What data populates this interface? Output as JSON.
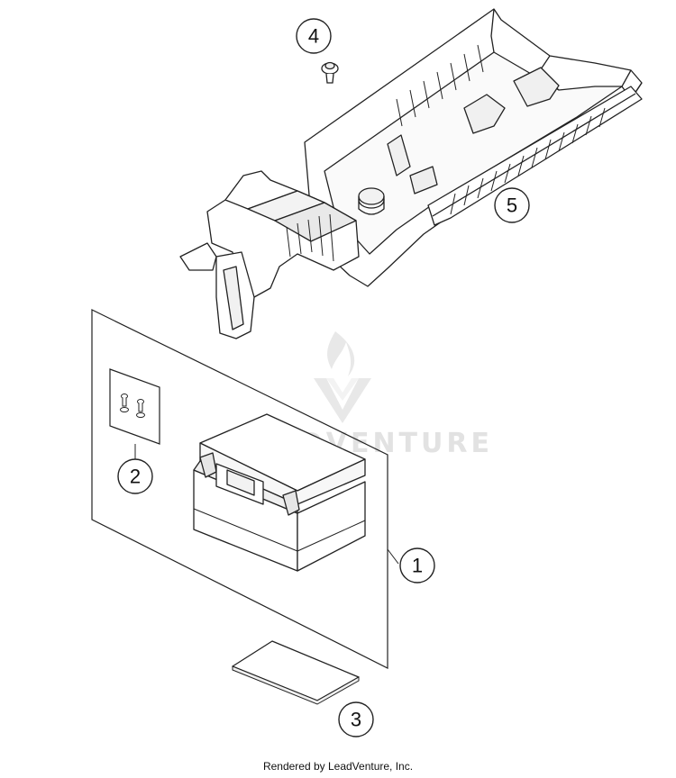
{
  "watermark": {
    "text": "LEADVENTURE"
  },
  "callouts": [
    {
      "id": "1",
      "label": "1"
    },
    {
      "id": "2",
      "label": "2"
    },
    {
      "id": "3",
      "label": "3"
    },
    {
      "id": "4",
      "label": "4"
    },
    {
      "id": "5",
      "label": "5"
    }
  ],
  "footer": {
    "text": "Rendered by LeadVenture, Inc."
  }
}
